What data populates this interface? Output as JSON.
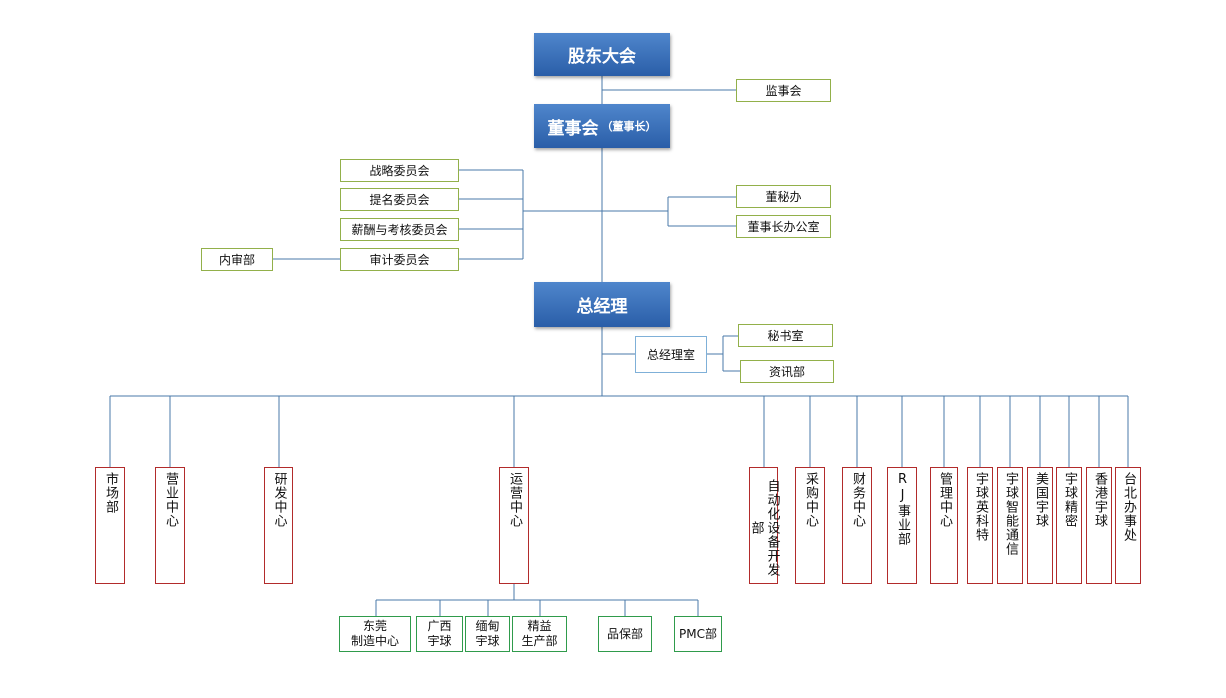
{
  "top": {
    "shareholders": "股东大会",
    "supervisory": "监事会",
    "board": "董事会",
    "board_chair": "（董事长）",
    "ceo": "总经理"
  },
  "committees": [
    "战略委员会",
    "提名委员会",
    "薪酬与考核委员会",
    "审计委员会"
  ],
  "internal_audit": "内审部",
  "board_offices": [
    "董秘办",
    "董事长办公室"
  ],
  "ceo_office": {
    "name": "总经理室",
    "subs": [
      "秘书室",
      "资讯部"
    ]
  },
  "departments": [
    "市场部",
    "营业中心",
    "研发中心",
    "运营中心",
    "自动化设备开发部",
    "采购中心",
    "财务中心",
    "RJ事业部",
    "管理中心",
    "宇球英科特",
    "宇球智能通信",
    "美国宇球",
    "宇球精密",
    "香港宇球",
    "台北办事处"
  ],
  "operations_subs": [
    "东莞\n制造中心",
    "广西\n宇球",
    "缅甸\n宇球",
    "精益\n生产部",
    "品保部",
    "PMC部"
  ]
}
